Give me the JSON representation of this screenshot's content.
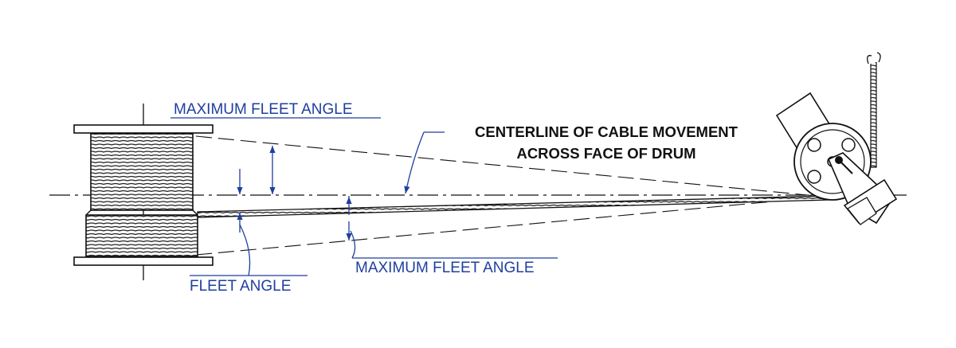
{
  "labels": {
    "max_fleet_angle_top": "MAXIMUM FLEET ANGLE",
    "max_fleet_angle_bottom": "MAXIMUM FLEET ANGLE",
    "fleet_angle": "FLEET ANGLE",
    "centerline_line1": "CENTERLINE OF CABLE MOVEMENT",
    "centerline_line2": "ACROSS FACE OF DRUM"
  },
  "colors": {
    "annotation": "#1f3f9e",
    "drawing": "#111111",
    "background": "#ffffff"
  }
}
